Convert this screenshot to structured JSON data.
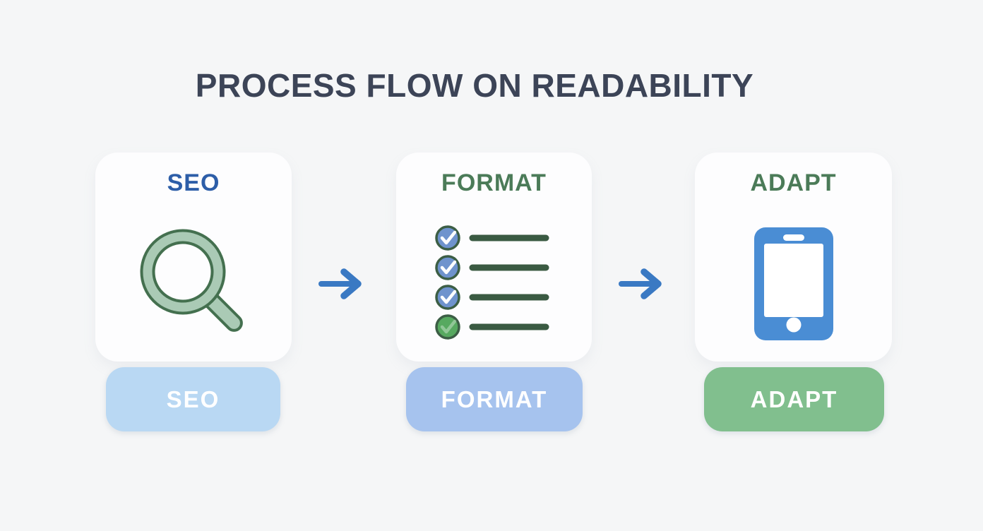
{
  "title": "PROCESS FLOW ON READABILITY",
  "steps": [
    {
      "name": "seo",
      "heading": "SEO",
      "heading_color": "#2d5ea8",
      "icon": "magnifier-icon",
      "button": {
        "label": "SEO",
        "background": "#b9d8f3",
        "text_color": "#ffffff"
      }
    },
    {
      "name": "format",
      "heading": "FORMAT",
      "heading_color": "#4b7b58",
      "icon": "checklist-icon",
      "checklist_rows": [
        "blue-checked",
        "blue-checked",
        "blue-checked",
        "green-checked"
      ],
      "button": {
        "label": "FORMAT",
        "background": "#a6c3ee",
        "text_color": "#ffffff"
      }
    },
    {
      "name": "adapt",
      "heading": "ADAPT",
      "heading_color": "#4b7b58",
      "icon": "smartphone-icon",
      "button": {
        "label": "ADAPT",
        "background": "#81bf8e",
        "text_color": "#ffffff"
      }
    }
  ],
  "arrow": {
    "direction": "right",
    "color": "#3a79c3"
  },
  "colors": {
    "background": "#f5f6f7",
    "card_background": "#fdfdfe",
    "title": "#3c4457",
    "magnifier_fill": "#aacab5",
    "magnifier_stroke": "#44704f",
    "checklist_circle_blue": "#6f93cd",
    "checklist_circle_green": "#57a960",
    "checklist_outline": "#3c5e45",
    "checklist_line": "#3a5a42",
    "check_mark": "#ffffff",
    "phone": "#4a8dd4",
    "phone_detail": "#ffffff"
  }
}
